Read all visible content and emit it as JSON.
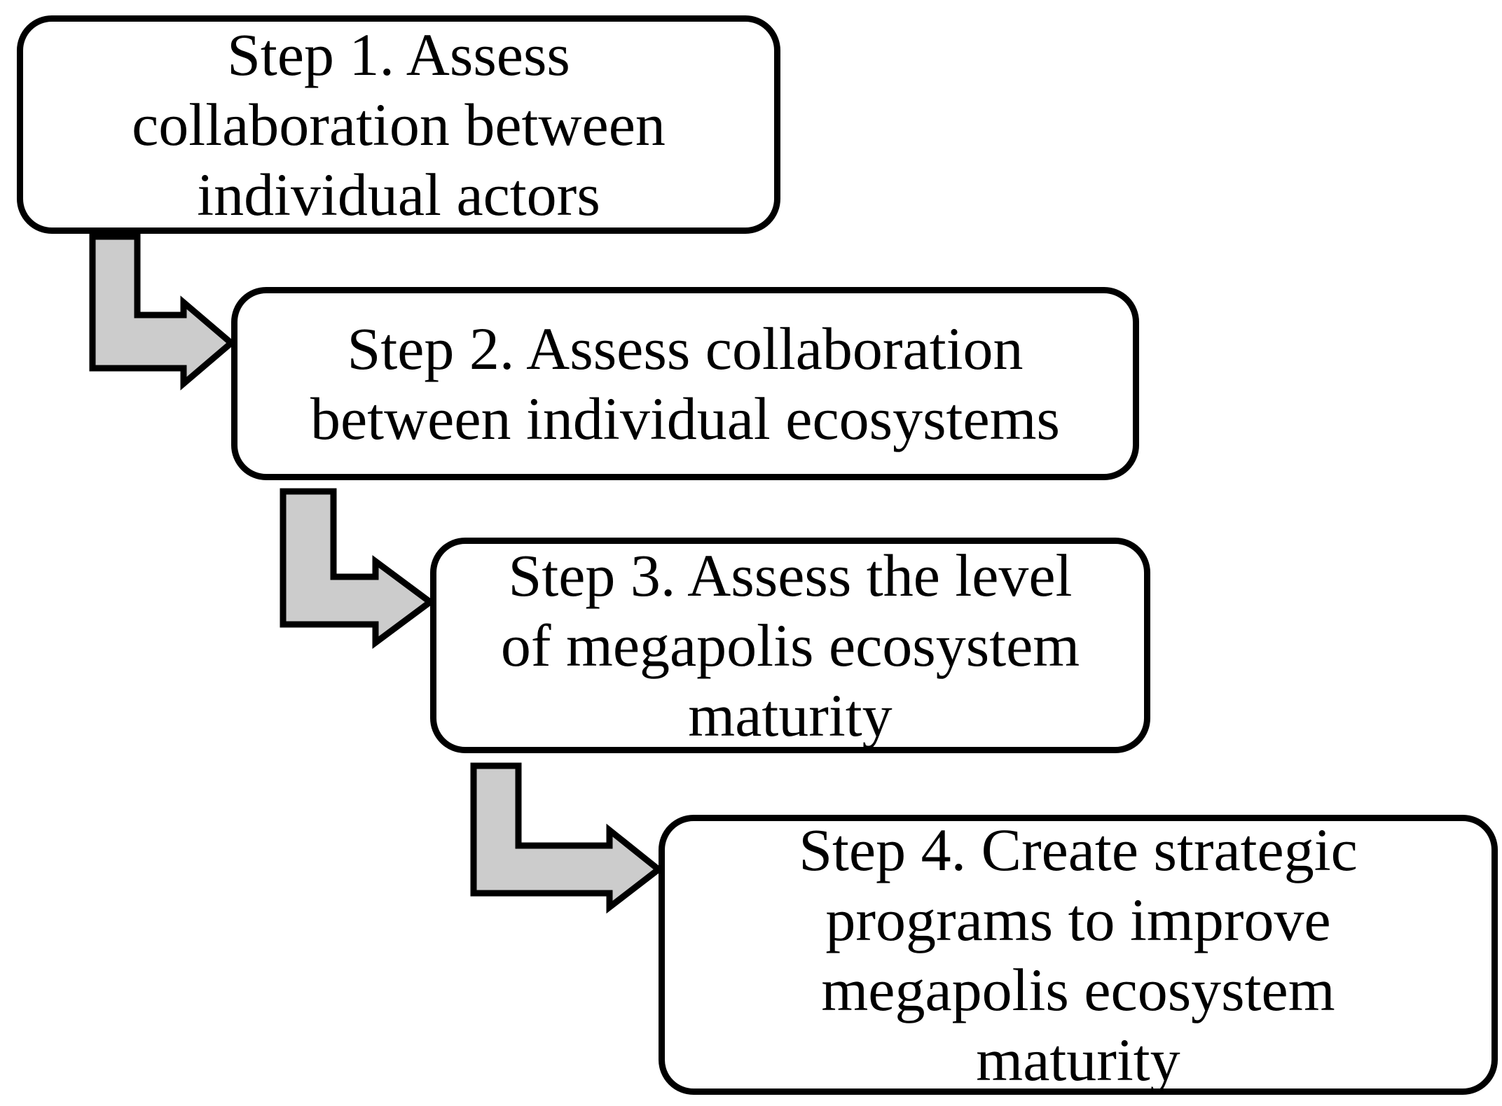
{
  "diagram": {
    "steps": [
      {
        "label": "Step 1. Assess\ncollaboration between\nindividual actors"
      },
      {
        "label": "Step 2. Assess collaboration\nbetween individual ecosystems"
      },
      {
        "label": "Step 3. Assess the level\nof megapolis ecosystem\nmaturity"
      },
      {
        "label": "Step 4. Create strategic\nprograms to improve\nmegapolis ecosystem\nmaturity"
      }
    ],
    "arrow_fill": "#cccccc",
    "stroke_color": "#000000"
  }
}
